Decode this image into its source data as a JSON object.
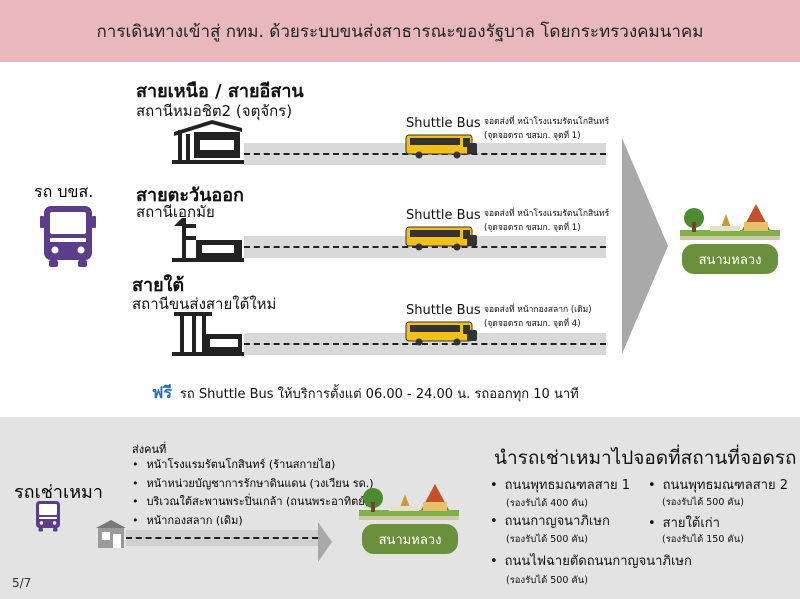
{
  "header": {
    "title": "การเดินทางเข้าสู่ กทม. ด้วยระบบขนส่งสาธารณะของรัฐบาล โดยกระทรวงคมนาคม"
  },
  "bks": {
    "label": "รถ บขส."
  },
  "routes": [
    {
      "title": "สายเหนือ / สายอีสาน",
      "station": "สถานีหมอชิต2 (จตุจักร)",
      "shuttle_label": "Shuttle Bus",
      "stop_line1": "จอดส่งที่ หน้าโรงแรมรัตนโกสินทร์",
      "stop_line2": "(จุดจอดรถ ขสมก. จุดที่ 1)"
    },
    {
      "title": "สายตะวันออก",
      "station": "สถานีเอกมัย",
      "shuttle_label": "Shuttle Bus",
      "stop_line1": "จอดส่งที่ หน้าโรงแรมรัตนโกสินทร์",
      "stop_line2": "(จุดจอดรถ ขสมก. จุดที่ 1)"
    },
    {
      "title": "สายใต้",
      "station": "สถานีขนส่งสายใต้ใหม่",
      "shuttle_label": "Shuttle Bus",
      "stop_line1": "จอดส่งที่ หน้ากองสลาก (เดิม)",
      "stop_line2": "(จุดจอดรถ ขสมก. จุดที่ 4)"
    }
  ],
  "destination": {
    "label": "สนามหลวง"
  },
  "free_note": {
    "free": "ฟรี",
    "text": "รถ Shuttle Bus ให้บริการตั้งแต่ 06.00 - 24.00 น. รถออกทุก 10 นาที"
  },
  "rent": {
    "label": "รถเช่าเหมา",
    "drop_title": "ส่งคนที่",
    "drop_points": [
      "หน้าโรงแรมรัตนโกสินทร์ (ร้านสกายไฮ)",
      "หน้าหน่วยบัญชาการรักษาดินแดน (วงเวียน รด.)",
      "บริเวณใต้สะพานพระปิ่นเกล้า (ถนนพระอาทิตย์)",
      "หน้ากองสลาก (เดิม)"
    ],
    "destination": "สนามหลวง"
  },
  "parking": {
    "title": "นำรถเช่าเหมาไปจอดที่สถานที่จอดรถ",
    "items": [
      {
        "name": "ถนนพุทธมณฑลสาย 1",
        "capacity": "(รองรับได้ 400 คัน)"
      },
      {
        "name": "ถนนกาญจนาภิเษก",
        "capacity": "(รองรับได้ 500 คัน)"
      },
      {
        "name": "ถนนไฟฉายตัดถนนกาญจนาภิเษก",
        "capacity": "(รองรับได้ 500 คัน)"
      },
      {
        "name": "ถนนพุทธมณฑลสาย 2",
        "capacity": "(รองรับได้ 500 คัน)"
      },
      {
        "name": "สายใต้เก่า",
        "capacity": "(รองรับได้ 150 คัน)"
      }
    ]
  },
  "page": {
    "number": "5/7"
  },
  "colors": {
    "header_bg": "#e9b8bd",
    "accent_green": "#6a8f3d",
    "bus_purple": "#5b3d8a",
    "shuttle_yellow": "#f2c01a",
    "free_blue": "#2a6fb7"
  }
}
